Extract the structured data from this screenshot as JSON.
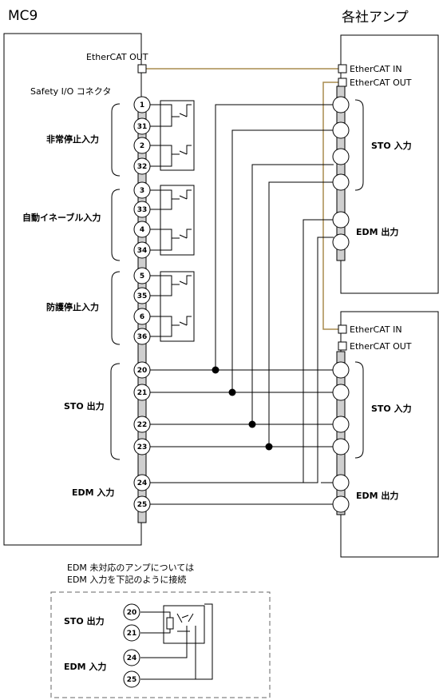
{
  "header": {
    "controller_title": "MC9",
    "amp_title": "各社アンプ"
  },
  "controller": {
    "ethercat_out": "EtherCAT OUT",
    "safety_connector": "Safety I/O コネクタ",
    "groups": {
      "emergency_stop": "非常停止入力",
      "auto_enable": "自動イネーブル入力",
      "guard_stop": "防護停止入力",
      "sto_out": "STO 出力",
      "edm_in": "EDM 入力"
    },
    "pins": [
      "1",
      "31",
      "2",
      "32",
      "3",
      "33",
      "4",
      "34",
      "5",
      "35",
      "6",
      "36",
      "20",
      "21",
      "22",
      "23",
      "24",
      "25"
    ]
  },
  "amplifier": {
    "ethercat_in": "EtherCAT IN",
    "ethercat_out": "EtherCAT OUT",
    "sto_in": "STO 入力",
    "edm_out": "EDM 出力"
  },
  "note": {
    "line1": "EDM 未対応のアンプについては",
    "line2": "EDM 入力を下記のように接続",
    "sto_out": "STO 出力",
    "edm_in": "EDM 入力",
    "pins": [
      "20",
      "21",
      "24",
      "25"
    ]
  },
  "colors": {
    "ethercat_cable": "#a88b4e",
    "line": "#000000",
    "rail_fill": "#cfcfcf"
  }
}
